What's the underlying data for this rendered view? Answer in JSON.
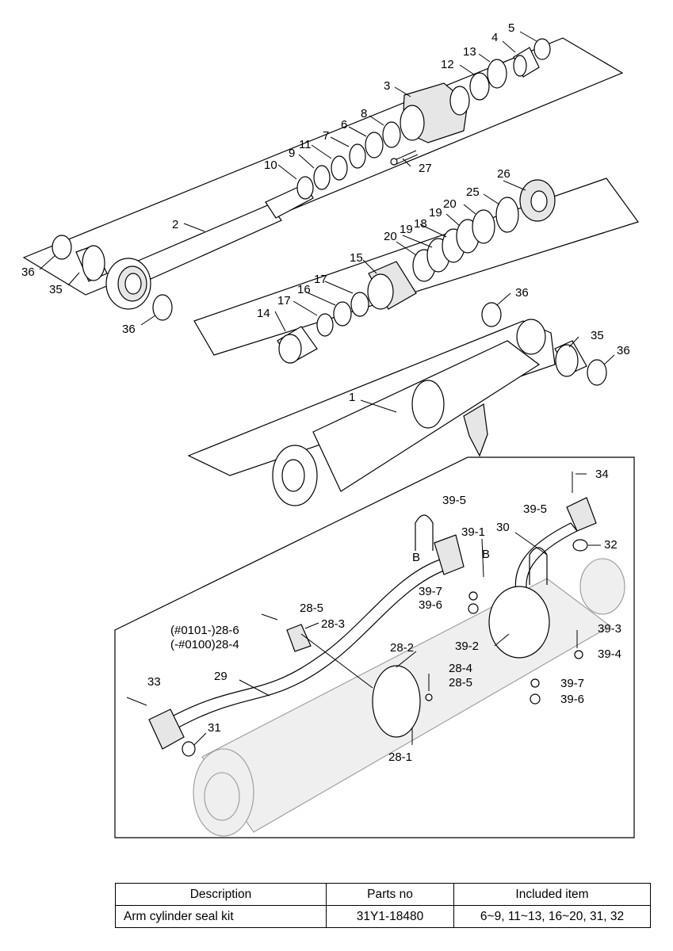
{
  "labels": {
    "l1": "1",
    "l2": "2",
    "l3": "3",
    "l4": "4",
    "l5": "5",
    "l6": "6",
    "l7": "7",
    "l8": "8",
    "l9": "9",
    "l10": "10",
    "l11": "11",
    "l12": "12",
    "l13": "13",
    "l14": "14",
    "l15": "15",
    "l16": "16",
    "l17a": "17",
    "l17b": "17",
    "l18": "18",
    "l19a": "19",
    "l19b": "19",
    "l20a": "20",
    "l20b": "20",
    "l25": "25",
    "l26": "26",
    "l27": "27",
    "l35a": "35",
    "l35b": "35",
    "l36a": "36",
    "l36b": "36",
    "l36c": "36",
    "l36d": "36",
    "l28_1": "28-1",
    "l28_2": "28-2",
    "l28_3": "28-3",
    "l28_4": "28-4",
    "l28_5a": "28-5",
    "l28_5b": "28-5",
    "l28_6": "(#0101-)28-6",
    "l28_4b": "(-#0100)28-4",
    "l29": "29",
    "l30": "30",
    "l31": "31",
    "l32": "32",
    "l33": "33",
    "l34": "34",
    "l39_1": "39-1",
    "l39_2": "39-2",
    "l39_3": "39-3",
    "l39_4": "39-4",
    "l39_5a": "39-5",
    "l39_5b": "39-5",
    "l39_6a": "39-6",
    "l39_6b": "39-6",
    "l39_7a": "39-7",
    "l39_7b": "39-7",
    "lBa": "B",
    "lBb": "B"
  },
  "table": {
    "headers": [
      "Description",
      "Parts no",
      "Included item"
    ],
    "rows": [
      [
        "Arm cylinder seal kit",
        "31Y1-18480",
        "6~9, 11~13, 16~20, 31, 32"
      ]
    ]
  }
}
